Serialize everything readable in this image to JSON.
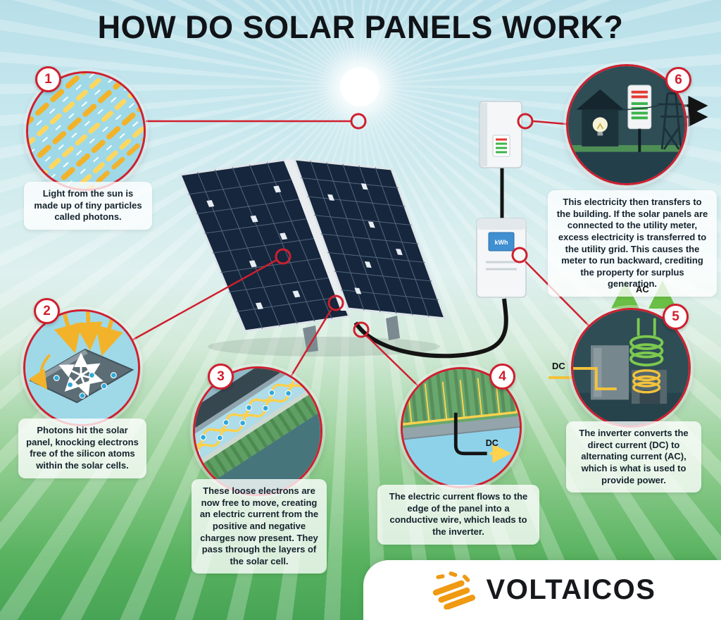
{
  "title": "HOW DO SOLAR PANELS WORK?",
  "labels": {
    "ac": "AC",
    "dc": "DC",
    "meter_screen": "kWh"
  },
  "steps": [
    {
      "number": "1",
      "caption": "Light from the sun is made up of tiny particles called photons."
    },
    {
      "number": "2",
      "caption": "Photons hit the solar panel, knocking electrons free of the silicon atoms within the solar cells."
    },
    {
      "number": "3",
      "caption": "These loose electrons are now free to move, creating an electric current from the positive and negative charges now present. They pass through the layers of the solar cell."
    },
    {
      "number": "4",
      "caption": "The electric current flows to the edge of the panel into a conductive wire, which leads to the inverter."
    },
    {
      "number": "5",
      "caption": "The inverter converts the direct current (DC) to alternating current (AC), which is what is used to provide power."
    },
    {
      "number": "6",
      "caption": "This electricity then transfers to the building. If the solar panels are connected to the utility meter, excess electricity is transferred to the utility grid. This causes the meter to run backward, crediting the property for surplus generation."
    }
  ],
  "brand": {
    "name": "VOLTAICOS"
  },
  "colors": {
    "accent_red": "#cf1f2e",
    "brand_orange": "#ef9a12",
    "panel_navy": "#16263c",
    "sky_blue": "#bfe3ea",
    "grass_green": "#58b25e"
  }
}
